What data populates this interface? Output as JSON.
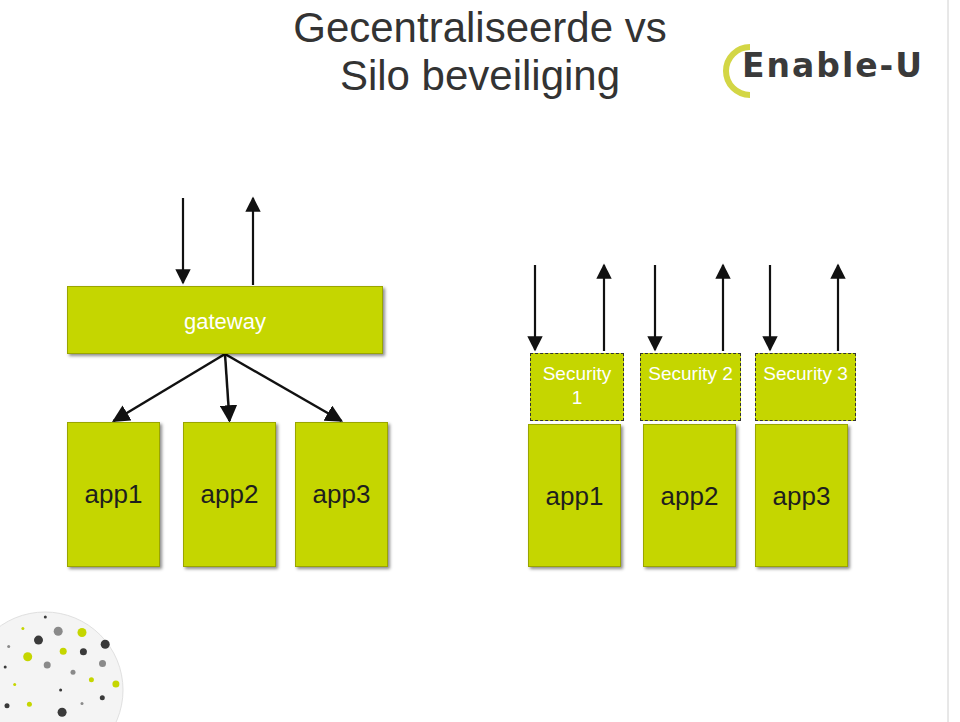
{
  "diagram": {
    "title": "Gecentraliseerde vs Silo beveiliging",
    "nodes": [
      {
        "text": [
          "gateway"
        ]
      },
      {
        "text": [
          "app1"
        ]
      },
      {
        "text": [
          "app2"
        ]
      },
      {
        "text": [
          "app3"
        ]
      },
      {
        "text": [
          "Security 1"
        ]
      },
      {
        "text": [
          "Security 2"
        ]
      },
      {
        "text": [
          "Security 3"
        ]
      },
      {
        "text": [
          "app1"
        ]
      },
      {
        "text": [
          "app2"
        ]
      },
      {
        "text": [
          "app3"
        ]
      }
    ],
    "edges": [
      {
        "from": 0,
        "to": 1,
        "arrow": "to"
      },
      {
        "from": 0,
        "to": 2,
        "arrow": "to"
      },
      {
        "from": 0,
        "to": 3,
        "arrow": "to"
      }
    ],
    "labels": [
      "Enable-U"
    ]
  }
}
